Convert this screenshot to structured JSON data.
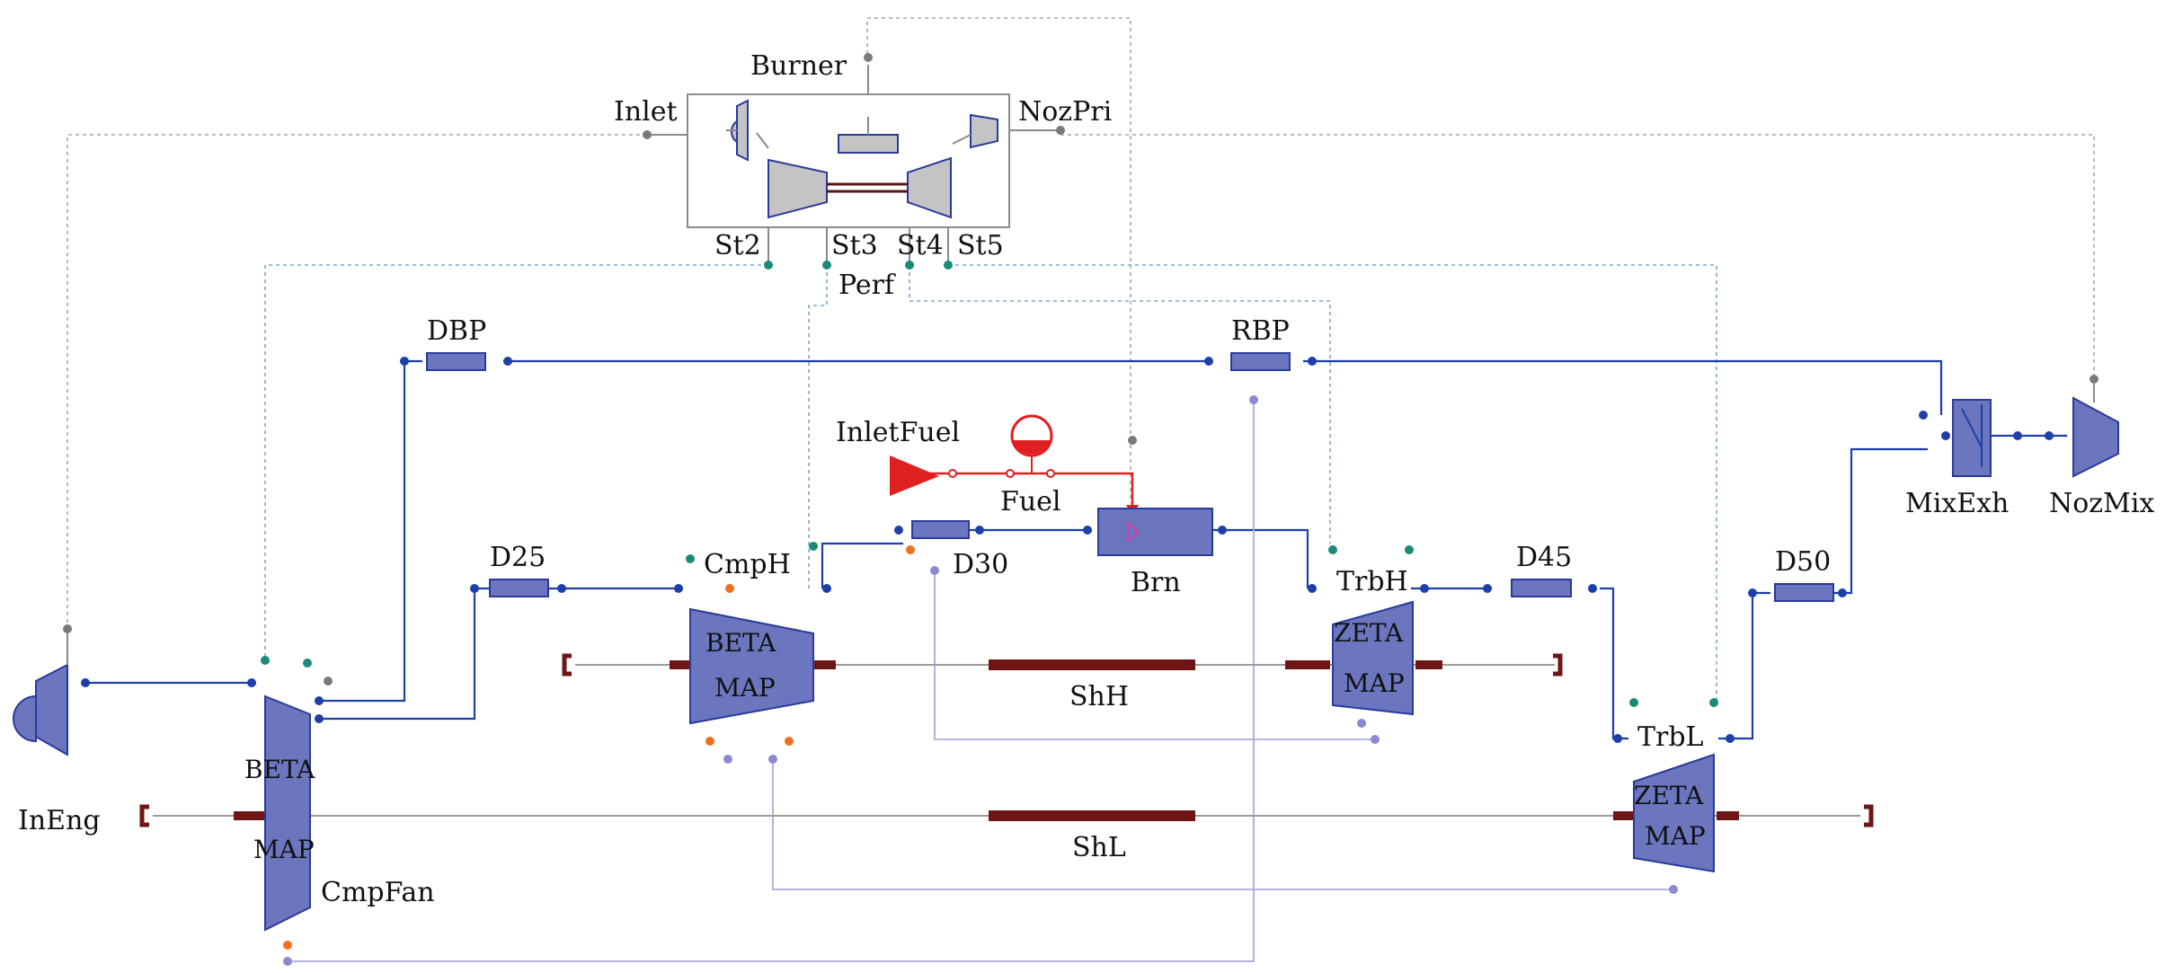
{
  "labels": {
    "burner": "Burner",
    "inlet": "Inlet",
    "noz_pri": "NozPri",
    "st2": "St2",
    "st3": "St3",
    "st4": "St4",
    "st5": "St5",
    "perf": "Perf",
    "dbp": "DBP",
    "rbp": "RBP",
    "inlet_fuel": "InletFuel",
    "fuel": "Fuel",
    "brn": "Brn",
    "d25": "D25",
    "cmph": "CmpH",
    "d30": "D30",
    "trbh": "TrbH",
    "d45": "D45",
    "d50": "D50",
    "mix_exh": "MixExh",
    "noz_mix": "NozMix",
    "in_eng": "InEng",
    "shh": "ShH",
    "shl": "ShL",
    "trbl": "TrbL",
    "cmp_fan": "CmpFan"
  },
  "map_labels": {
    "cmph_1": "BETA",
    "cmph_2": "MAP",
    "trbh_1": "ZETA",
    "trbh_2": "MAP",
    "trbl_1": "ZETA",
    "trbl_2": "MAP",
    "fan_1": "BETA",
    "fan_2": "MAP"
  },
  "colors": {
    "component": "#6b76be",
    "flow": "#1e3fa8",
    "shaft": "#6e1616",
    "fuel": "#e02020"
  }
}
